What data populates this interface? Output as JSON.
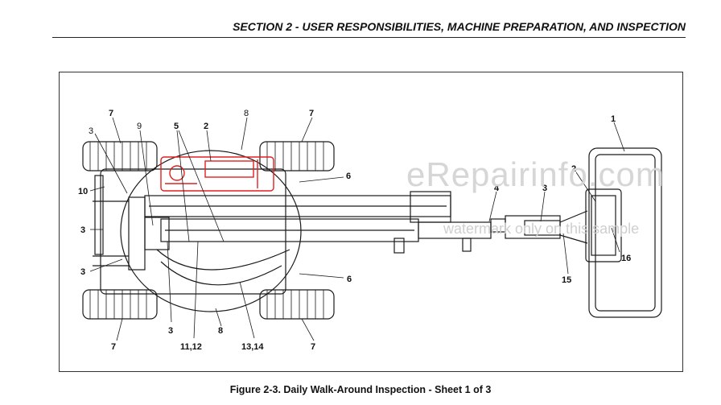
{
  "header": {
    "section_title": "SECTION 2 - USER RESPONSIBILITIES, MACHINE PREPARATION, AND INSPECTION"
  },
  "figure": {
    "caption": "Figure 2-3. Daily Walk-Around Inspection - Sheet 1 of 3",
    "callouts": [
      "7",
      "8",
      "7",
      "1",
      "3",
      "9",
      "5",
      "2",
      "2",
      "6",
      "10",
      "4",
      "3",
      "3",
      "3",
      "6",
      "16",
      "15",
      "3",
      "8",
      "11,12",
      "13,14",
      "7",
      "7"
    ],
    "highlight_color": "#e02020",
    "line_color": "#1a1a1a"
  },
  "watermark": {
    "main": "eRepairinfo.com",
    "sub": "watermark only on this sample"
  }
}
